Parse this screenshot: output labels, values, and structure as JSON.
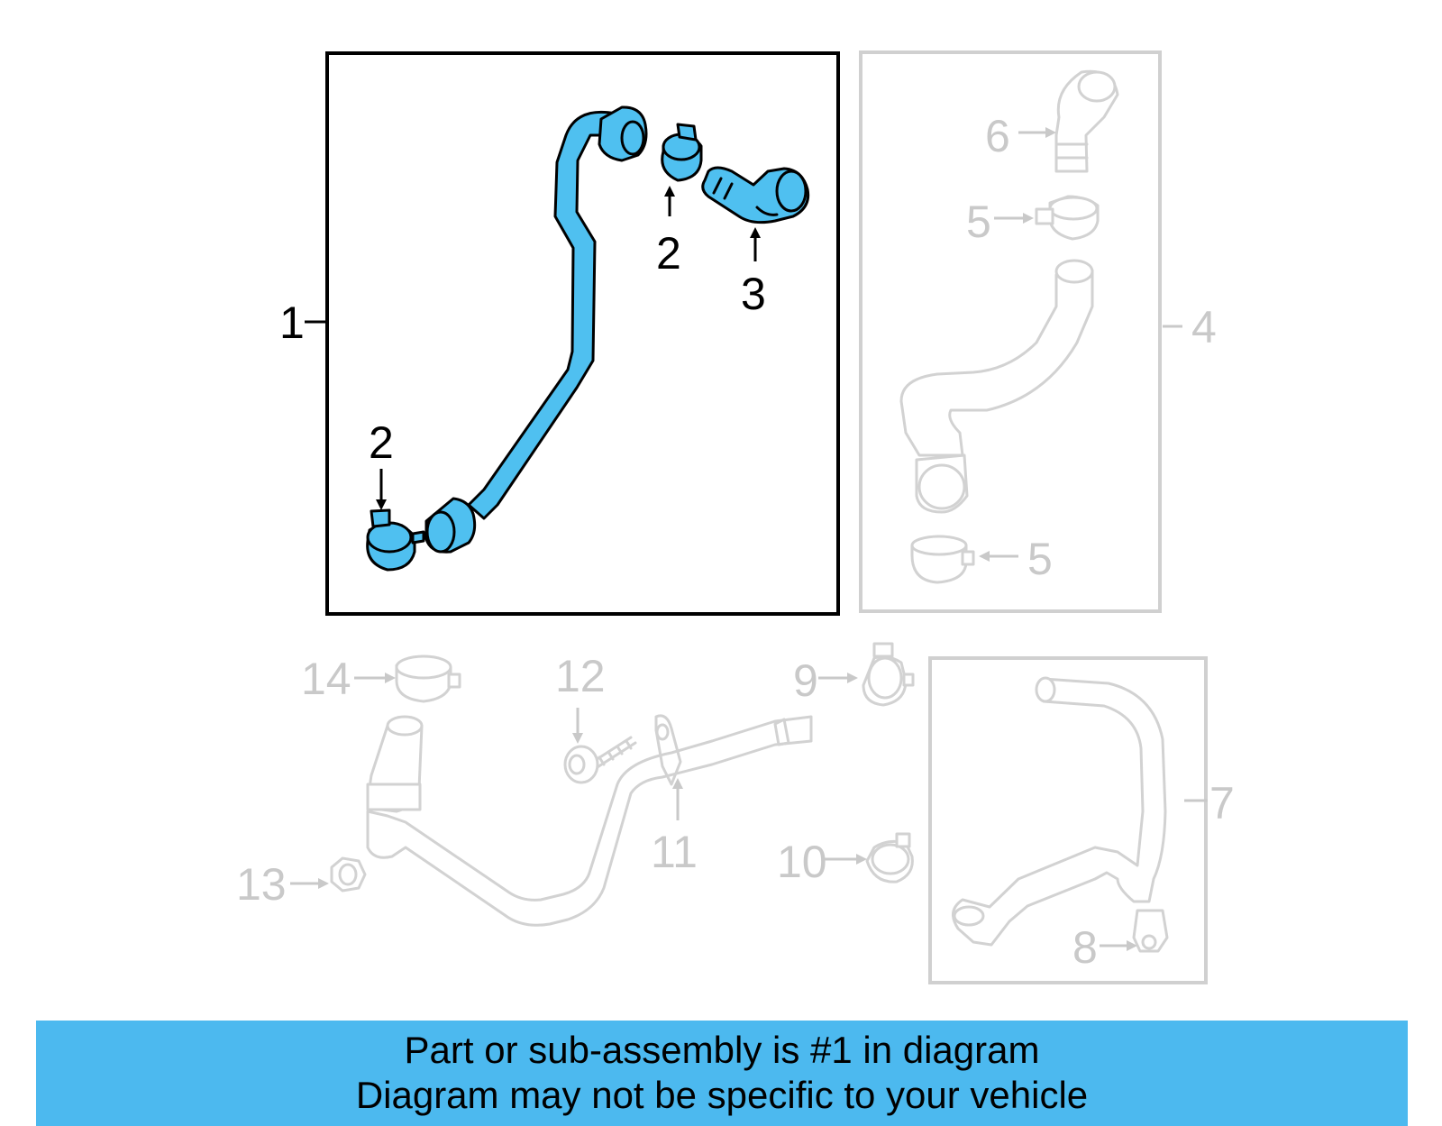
{
  "callouts": {
    "c1": "1",
    "c2_upper": "2",
    "c2_lower": "2",
    "c3": "3",
    "c4": "4",
    "c5_upper": "5",
    "c5_lower": "5",
    "c6": "6",
    "c7": "7",
    "c8": "8",
    "c9": "9",
    "c10": "10",
    "c11": "11",
    "c12": "12",
    "c13": "13",
    "c14": "14"
  },
  "banner": {
    "line1": "Part or sub-assembly is #1 in diagram",
    "line2": "Diagram may not be specific to your vehicle"
  },
  "colors": {
    "highlight": "#4fc0f0",
    "banner": "#4cb9ef",
    "ghost": "#d2d2d2"
  }
}
